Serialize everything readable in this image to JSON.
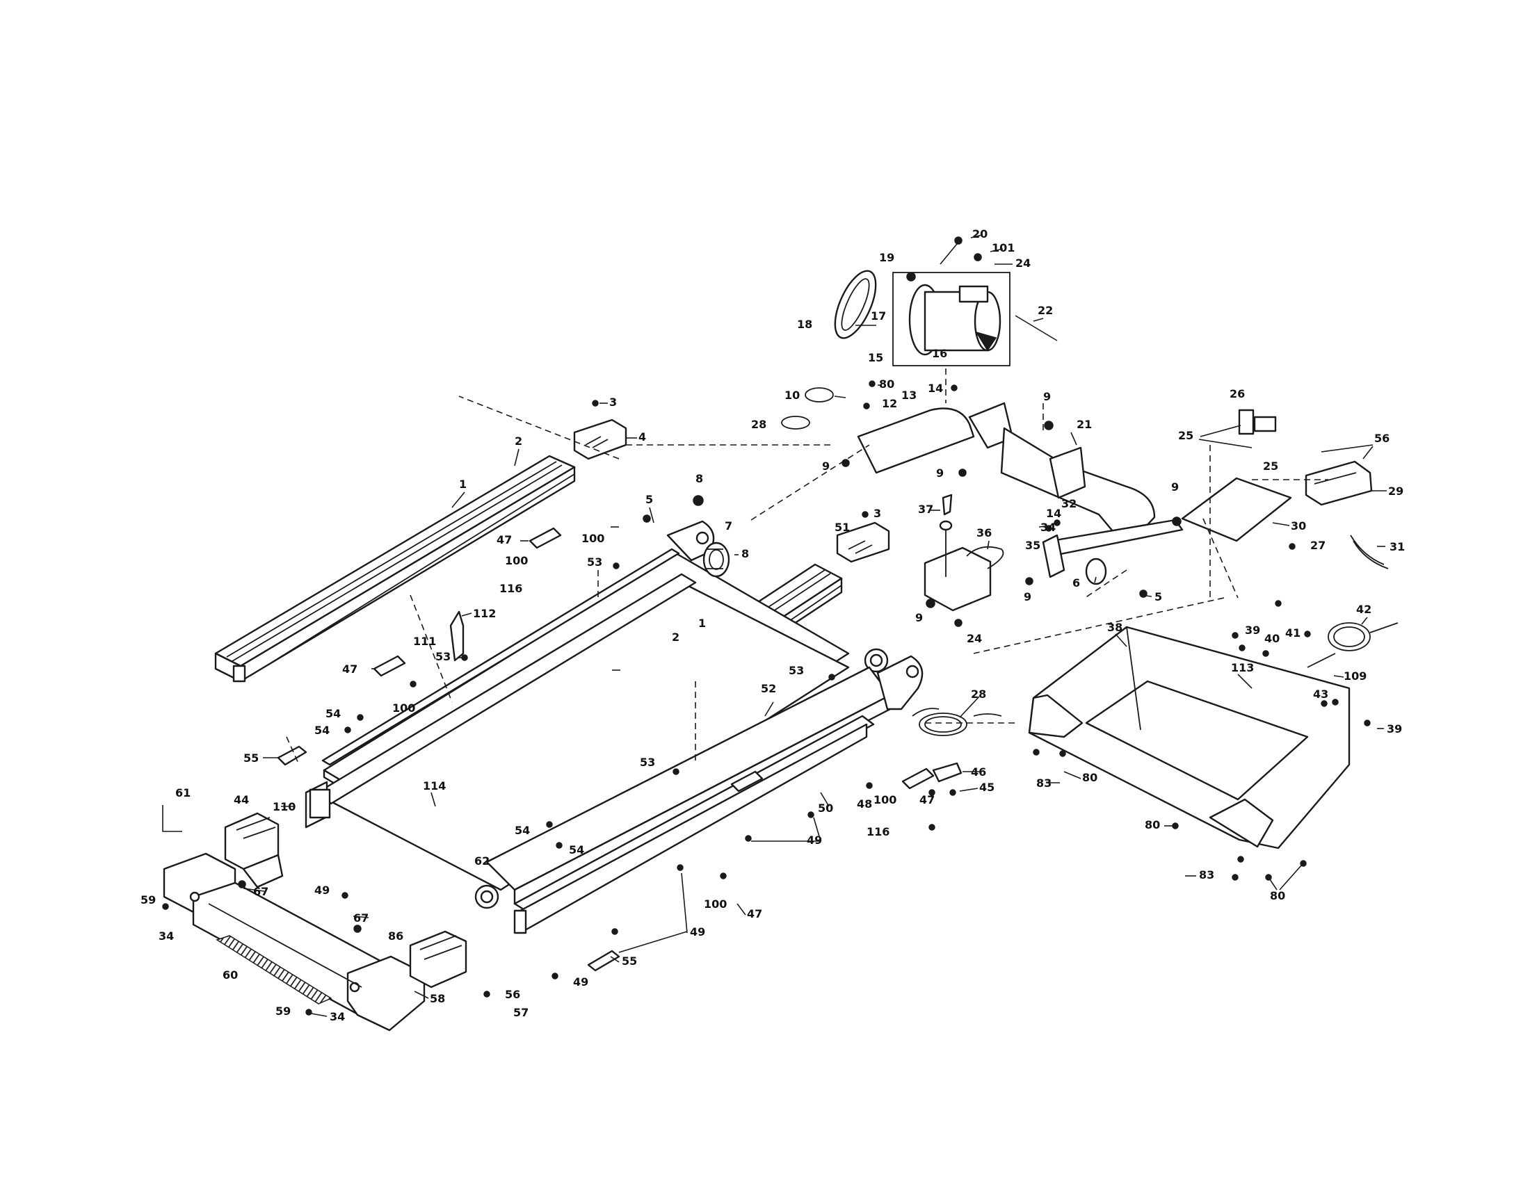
{
  "diagram": {
    "parts": [
      {
        "id": "1"
      },
      {
        "id": "2"
      },
      {
        "id": "3"
      },
      {
        "id": "4"
      },
      {
        "id": "5"
      },
      {
        "id": "6"
      },
      {
        "id": "7"
      },
      {
        "id": "8"
      },
      {
        "id": "9"
      },
      {
        "id": "10"
      },
      {
        "id": "12"
      },
      {
        "id": "13"
      },
      {
        "id": "14"
      },
      {
        "id": "15"
      },
      {
        "id": "16"
      },
      {
        "id": "17"
      },
      {
        "id": "18"
      },
      {
        "id": "19"
      },
      {
        "id": "20"
      },
      {
        "id": "21"
      },
      {
        "id": "22"
      },
      {
        "id": "24"
      },
      {
        "id": "25"
      },
      {
        "id": "26"
      },
      {
        "id": "27"
      },
      {
        "id": "28"
      },
      {
        "id": "29"
      },
      {
        "id": "30"
      },
      {
        "id": "31"
      },
      {
        "id": "32"
      },
      {
        "id": "34"
      },
      {
        "id": "35"
      },
      {
        "id": "36"
      },
      {
        "id": "37"
      },
      {
        "id": "38"
      },
      {
        "id": "39"
      },
      {
        "id": "40"
      },
      {
        "id": "41"
      },
      {
        "id": "42"
      },
      {
        "id": "43"
      },
      {
        "id": "44"
      },
      {
        "id": "45"
      },
      {
        "id": "46"
      },
      {
        "id": "47"
      },
      {
        "id": "48"
      },
      {
        "id": "49"
      },
      {
        "id": "50"
      },
      {
        "id": "51"
      },
      {
        "id": "52"
      },
      {
        "id": "53"
      },
      {
        "id": "54"
      },
      {
        "id": "55"
      },
      {
        "id": "56"
      },
      {
        "id": "57"
      },
      {
        "id": "58"
      },
      {
        "id": "59"
      },
      {
        "id": "60"
      },
      {
        "id": "61"
      },
      {
        "id": "62"
      },
      {
        "id": "67"
      },
      {
        "id": "80"
      },
      {
        "id": "83"
      },
      {
        "id": "86"
      },
      {
        "id": "100"
      },
      {
        "id": "101"
      },
      {
        "id": "109"
      },
      {
        "id": "110"
      },
      {
        "id": "111"
      },
      {
        "id": "112"
      },
      {
        "id": "113"
      },
      {
        "id": "114"
      },
      {
        "id": "116"
      }
    ],
    "labels": {
      "l1a": "1",
      "l1b": "1",
      "l2a": "2",
      "l2b": "2",
      "l3a": "3",
      "l3b": "3",
      "l4": "4",
      "l5a": "5",
      "l5b": "5",
      "l6": "6",
      "l7": "7",
      "l8a": "8",
      "l8b": "8",
      "l9a": "9",
      "l9b": "9",
      "l9c": "9",
      "l9d": "9",
      "l9e": "9",
      "l9f": "9",
      "l10": "10",
      "l12": "12",
      "l13": "13",
      "l14a": "14",
      "l14b": "14",
      "l15": "15",
      "l16": "16",
      "l17": "17",
      "l18": "18",
      "l19": "19",
      "l20": "20",
      "l21": "21",
      "l22": "22",
      "l24a": "24",
      "l24b": "24",
      "l25a": "25",
      "l25b": "25",
      "l26": "26",
      "l27": "27",
      "l28a": "28",
      "l28b": "28",
      "l29": "29",
      "l30": "30",
      "l31": "31",
      "l32": "32",
      "l34a": "34",
      "l34b": "34",
      "l34c": "34",
      "l35": "35",
      "l36": "36",
      "l37": "37",
      "l38": "38",
      "l39a": "39",
      "l39b": "39",
      "l40": "40",
      "l41": "41",
      "l42": "42",
      "l43": "43",
      "l44": "44",
      "l45": "45",
      "l46": "46",
      "l47a": "47",
      "l47b": "47",
      "l47c": "47",
      "l47d": "47",
      "l48": "48",
      "l49a": "49",
      "l49b": "49",
      "l49c": "49",
      "l49d": "49",
      "l50": "50",
      "l51": "51",
      "l52": "52",
      "l53a": "53",
      "l53b": "53",
      "l53c": "53",
      "l53d": "53",
      "l54a": "54",
      "l54b": "54",
      "l54c": "54",
      "l54d": "54",
      "l55a": "55",
      "l55b": "55",
      "l56a": "56",
      "l56b": "56",
      "l57": "57",
      "l58": "58",
      "l59a": "59",
      "l59b": "59",
      "l60": "60",
      "l61": "61",
      "l62": "62",
      "l67a": "67",
      "l67b": "67",
      "l80a": "80",
      "l80b": "80",
      "l80c": "80",
      "l80d": "80",
      "l83a": "83",
      "l83b": "83",
      "l86": "86",
      "l100a": "100",
      "l100b": "100",
      "l100c": "100",
      "l100d": "100",
      "l100e": "100",
      "l101": "101",
      "l109": "109",
      "l110": "110",
      "l111": "111",
      "l112": "112",
      "l113": "113",
      "l114": "114",
      "l116a": "116",
      "l116b": "116"
    }
  }
}
